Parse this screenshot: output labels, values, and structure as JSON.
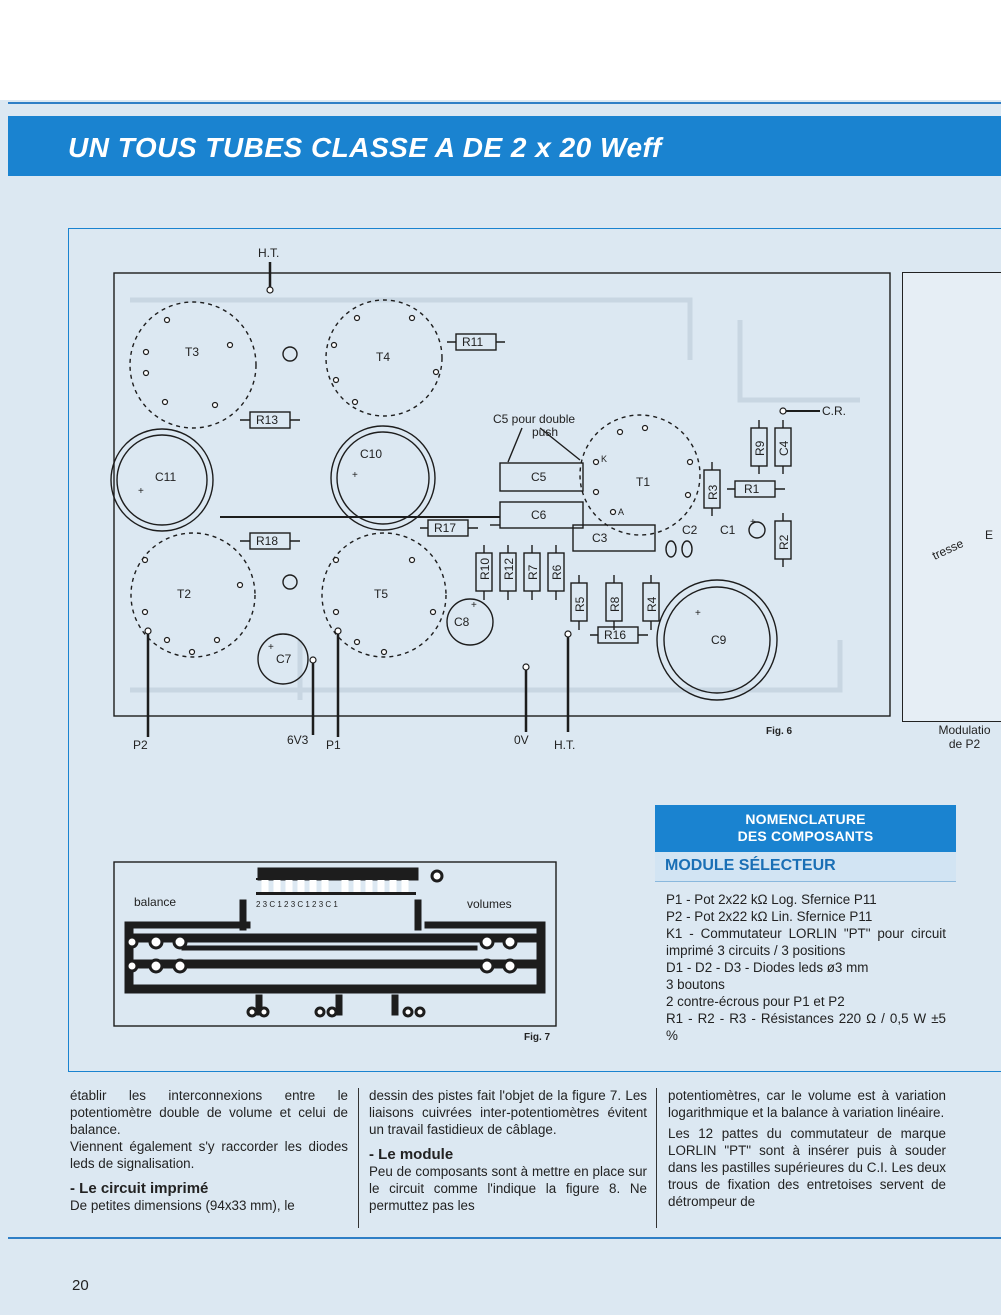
{
  "header": {
    "title": "UN TOUS TUBES CLASSE A DE 2 x 20 Weff"
  },
  "fig6": {
    "caption": "Fig. 6",
    "tubes": [
      "T3",
      "T4",
      "T2",
      "T5",
      "T1"
    ],
    "resistors": [
      "R11",
      "R13",
      "R18",
      "R17",
      "R10",
      "R12",
      "R7",
      "R6",
      "R5",
      "R8",
      "R4",
      "R16",
      "R3",
      "R1",
      "R9",
      "R2"
    ],
    "capacitors": [
      "C11",
      "C10",
      "C7",
      "C8",
      "C5",
      "C6",
      "C3",
      "C9",
      "C2",
      "C1",
      "C4"
    ],
    "annotation_line1": "C5 pour double",
    "annotation_line2": "push",
    "terminals": {
      "ht_top": "H.T.",
      "cr": "C.R.",
      "p2": "P2",
      "sixv3": "6V3",
      "p1": "P1",
      "zero_v": "0V",
      "ht_bottom": "H.T."
    },
    "pins": {
      "k": "K",
      "a": "A",
      "plus": "+"
    }
  },
  "side": {
    "tresse": "tresse",
    "e": "E",
    "modulation_line1": "Modulatio",
    "modulation_line2": "de P2"
  },
  "fig7": {
    "caption": "Fig. 7",
    "balance": "balance",
    "volumes": "volumes",
    "pin_labels": "2 3 C 1 2 3   C 1 2 3 C 1"
  },
  "nomenclature": {
    "title_line1": "NOMENCLATURE",
    "title_line2": "DES COMPOSANTS",
    "subtitle": "MODULE SÉLECTEUR",
    "items": [
      "P1 - Pot 2x22 kΩ Log. Sfernice P11",
      "P2 - Pot 2x22 kΩ Lin. Sfernice P11",
      "K1 - Commutateur LORLIN \"PT\" pour circuit imprimé 3 circuits / 3 positions",
      "D1 - D2 - D3 - Diodes leds ø3 mm",
      "3 boutons",
      "2 contre-écrous pour P1 et P2",
      "R1 - R2 - R3 - Résistances 220 Ω / 0,5 W ±5 %"
    ]
  },
  "body": {
    "col1_p1": "établir les interconnexions entre le potentiomètre double de volume et celui de balance.",
    "col1_p2": "Viennent également s'y raccorder les diodes leds de signalisation.",
    "col1_h": "- Le circuit imprimé",
    "col1_p3": "De petites dimensions (94x33 mm), le",
    "col2_p1": "dessin des pistes fait l'objet de la figure 7. Les liaisons cuivrées inter-potentiomètres évitent un travail fastidieux de câblage.",
    "col2_h": "- Le module",
    "col2_p2": "Peu de composants sont à mettre en place sur le circuit comme l'indique la figure 8. Ne permuttez pas les",
    "col3_p1": "potentiomètres, car le volume est à variation logarithmique et la balance à variation linéaire.",
    "col3_p2": "Les 12 pattes du commutateur de marque LORLIN \"PT\" sont à insérer puis à souder dans les pastilles supérieures du C.I. Les deux trous de fixation des entretoises servent de détrompeur de"
  },
  "footer": {
    "page_number": "20"
  }
}
